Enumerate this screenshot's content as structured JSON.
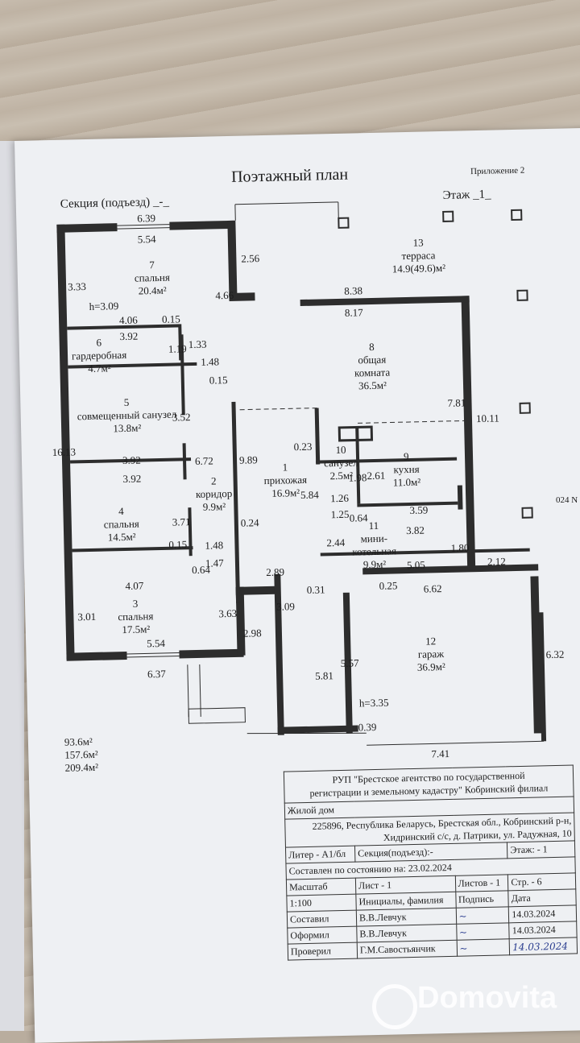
{
  "header": {
    "title": "Поэтажный план",
    "appendix": "Приложение 2",
    "section": "Секция (подъезд)  _-_",
    "floor": "Этаж  _1_"
  },
  "rooms": [
    {
      "num": "7",
      "name": "спальня",
      "area": "20.4м²"
    },
    {
      "num": "6",
      "name": "гардеробная",
      "area": "4.7м²"
    },
    {
      "num": "5",
      "name": "совмещенный санузел",
      "area": "13.8м²"
    },
    {
      "num": "4",
      "name": "спальня",
      "area": "14.5м²"
    },
    {
      "num": "3",
      "name": "спальня",
      "area": "17.5м²"
    },
    {
      "num": "2",
      "name": "коридор",
      "area": "9.9м²"
    },
    {
      "num": "1",
      "name": "прихожая",
      "area": "16.9м²"
    },
    {
      "num": "8",
      "name": "общая комната",
      "area": "36.5м²"
    },
    {
      "num": "13",
      "name": "терраса",
      "area": "14.9(49.6)м²"
    },
    {
      "num": "10",
      "name": "санузел",
      "area": "2.5м²"
    },
    {
      "num": "9",
      "name": "кухня",
      "area": "11.0м²"
    },
    {
      "num": "11",
      "name": "мини-котельная",
      "area": "9.9м²"
    },
    {
      "num": "12",
      "name": "гараж",
      "area": "36.9м²"
    }
  ],
  "dims": {
    "d639": "6.39",
    "d554a": "5.54",
    "d333": "3.33",
    "h309": "h=3.09",
    "d406": "4.06",
    "d015a": "0.15",
    "d392a": "3.92",
    "d119": "1.19",
    "d133": "1.33",
    "d148a": "1.48",
    "d015b": "0.15",
    "d466": "4.66",
    "d256": "2.56",
    "d352": "3.52",
    "d1613": "16.13",
    "d392b": "3.92",
    "d672": "6.72",
    "d392c": "3.92",
    "d371": "3.71",
    "d015c": "0.15",
    "d148b": "1.48",
    "d147": "1.47",
    "d064a": "0.64",
    "d407": "4.07",
    "d024": "0.24",
    "d301": "3.01",
    "d363": "3.63",
    "d554b": "5.54",
    "d637": "6.37",
    "d989": "9.89",
    "d298": "2.98",
    "d289": "2.89",
    "d309": "3.09",
    "d031": "0.31",
    "d581": "5.81",
    "d557": "5.57",
    "d838": "8.38",
    "d817": "8.17",
    "d781": "7.81",
    "d1011": "10.11",
    "d023": "0.23",
    "d584": "5.84",
    "d126": "1.26",
    "d125": "1.25",
    "d198": "1.98",
    "d261": "2.61",
    "d359": "3.59",
    "d382": "3.82",
    "d064b": "0.64",
    "d244": "2.44",
    "d180": "1.80",
    "d212": "2.12",
    "d505": "5.05",
    "d025": "0.25",
    "d662": "6.62",
    "d632": "6.32",
    "h335": "h=3.35",
    "d039": "0.39",
    "d741": "7.41"
  },
  "areas": {
    "a1": "93.6м²",
    "a2": "157.6м²",
    "a3": "209.4м²"
  },
  "stamp": {
    "org_line1": "РУП \"Брестское агентство по государственной",
    "org_line2": "регистрации и земельному кадастру\"  Кобринский филиал",
    "object": "Жилой дом",
    "addr_line1": "225896, Республика Беларусь, Брестская обл., Кобринский р-н,",
    "addr_line2": "Хидринский с/с, д. Патрики, ул. Радужная, 10",
    "liter": "Литер - А1/бл",
    "section": "Секция(подъезд):-",
    "floor": "Этаж: - 1",
    "state": "Составлен по состоянию на: 23.02.2024",
    "scale_label": "Масштаб",
    "sheet_label": "Лист - 1",
    "sheets_label": "Листов - 1",
    "page_label": "Стр. - 6",
    "scale_value": "1:100",
    "initials_label": "Инициалы, фамилия",
    "signature_label": "Подпись",
    "date_label": "Дата",
    "role1": "Составил",
    "name1": "В.В.Левчук",
    "date1": "14.03.2024",
    "role2": "Оформил",
    "name2": "В.В.Левчук",
    "date2": "14.03.2024",
    "role3": "Проверил",
    "name3": "Г.М.Савостьянчик",
    "date3": "14.03.2024"
  },
  "watermark": "Domovita",
  "side_text": "024 N"
}
